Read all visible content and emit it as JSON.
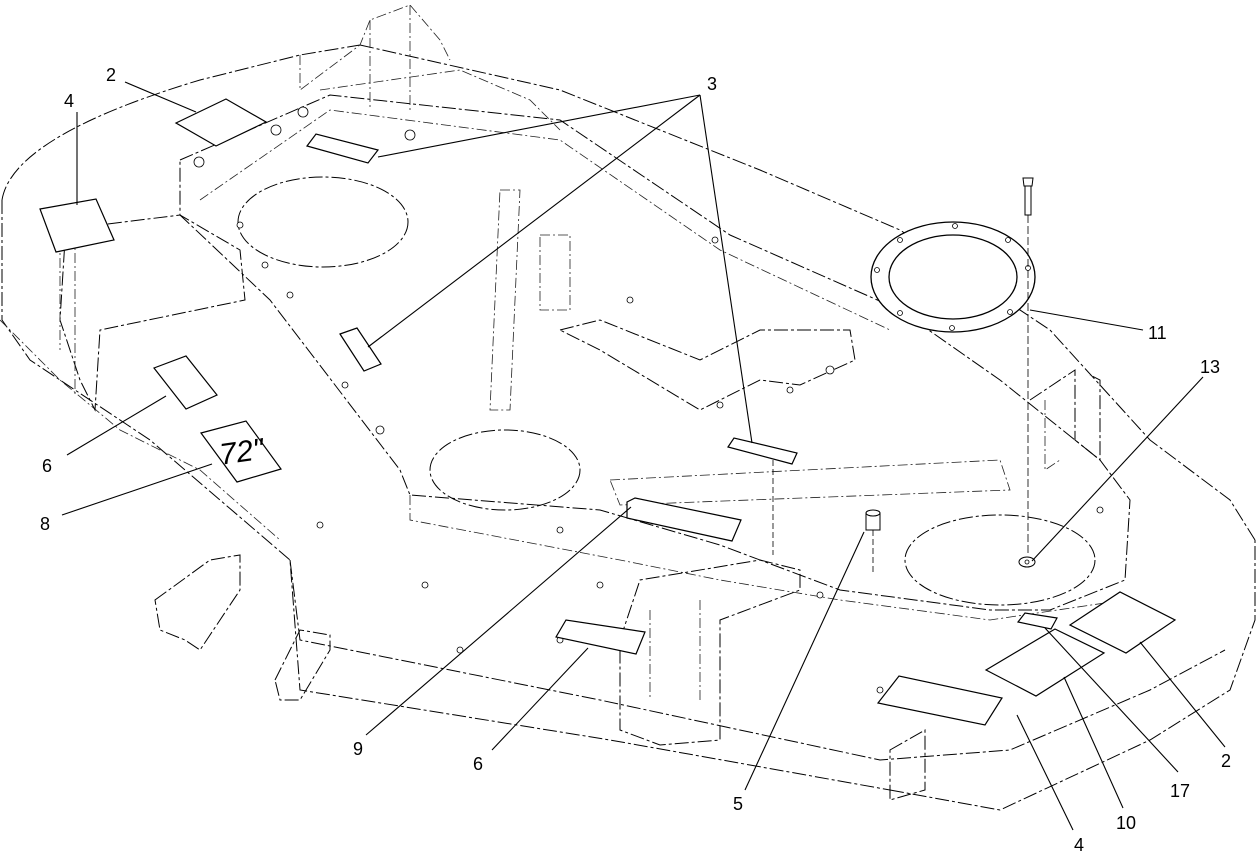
{
  "callouts": {
    "c2_top": "2",
    "c2_right": "2",
    "c3": "3",
    "c4_left": "4",
    "c4_bottom": "4",
    "c5": "5",
    "c6_left": "6",
    "c6_bottom": "6",
    "c8": "8",
    "c9": "9",
    "c10": "10",
    "c11": "11",
    "c13": "13",
    "c17": "17"
  },
  "decals": {
    "size_decal_text": "72\""
  }
}
